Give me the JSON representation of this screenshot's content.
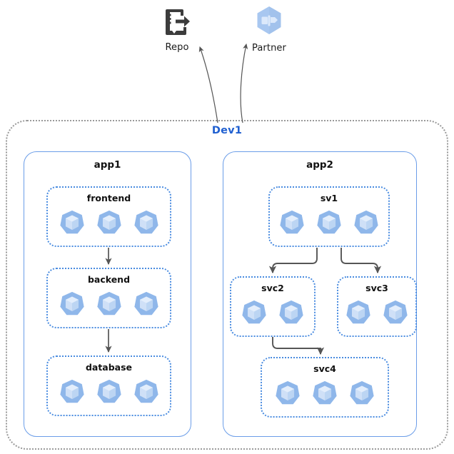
{
  "diagram": {
    "title": "Dev1",
    "environment_label": "Dev1",
    "environment_color": "#1f5fd0",
    "outer_border_color": "#9a9a9a",
    "app_border_color": "#6b9de8",
    "service_border_color": "#4a8ce0",
    "pod_fill_color": "#8fb7ea",
    "pod_inner_color": "#cfe0f7",
    "connector_color": "#555555"
  },
  "external_nodes": [
    {
      "id": "repo",
      "label": "Repo",
      "icon": "repository-icon"
    },
    {
      "id": "partner",
      "label": "Partner",
      "icon": "partner-hexagon-icon"
    }
  ],
  "apps": [
    {
      "id": "app1",
      "label": "app1",
      "services": [
        {
          "id": "frontend",
          "label": "frontend",
          "pod_count": 3
        },
        {
          "id": "backend",
          "label": "backend",
          "pod_count": 3
        },
        {
          "id": "database",
          "label": "database",
          "pod_count": 3
        }
      ]
    },
    {
      "id": "app2",
      "label": "app2",
      "services": [
        {
          "id": "sv1",
          "label": "sv1",
          "pod_count": 3
        },
        {
          "id": "svc2",
          "label": "svc2",
          "pod_count": 2
        },
        {
          "id": "svc3",
          "label": "svc3",
          "pod_count": 2
        },
        {
          "id": "svc4",
          "label": "svc4",
          "pod_count": 3
        }
      ]
    }
  ],
  "connections": [
    {
      "from": "frontend",
      "to": "backend",
      "style": "straight-arrow"
    },
    {
      "from": "backend",
      "to": "database",
      "style": "straight-arrow"
    },
    {
      "from": "sv1",
      "to": "svc2",
      "style": "elbow-arrow"
    },
    {
      "from": "sv1",
      "to": "svc3",
      "style": "elbow-arrow"
    },
    {
      "from": "svc2",
      "to": "svc4",
      "style": "elbow-arrow"
    },
    {
      "from": "Dev1",
      "to": "repo",
      "style": "curved-arrow"
    },
    {
      "from": "Dev1",
      "to": "partner",
      "style": "curved-arrow"
    }
  ]
}
